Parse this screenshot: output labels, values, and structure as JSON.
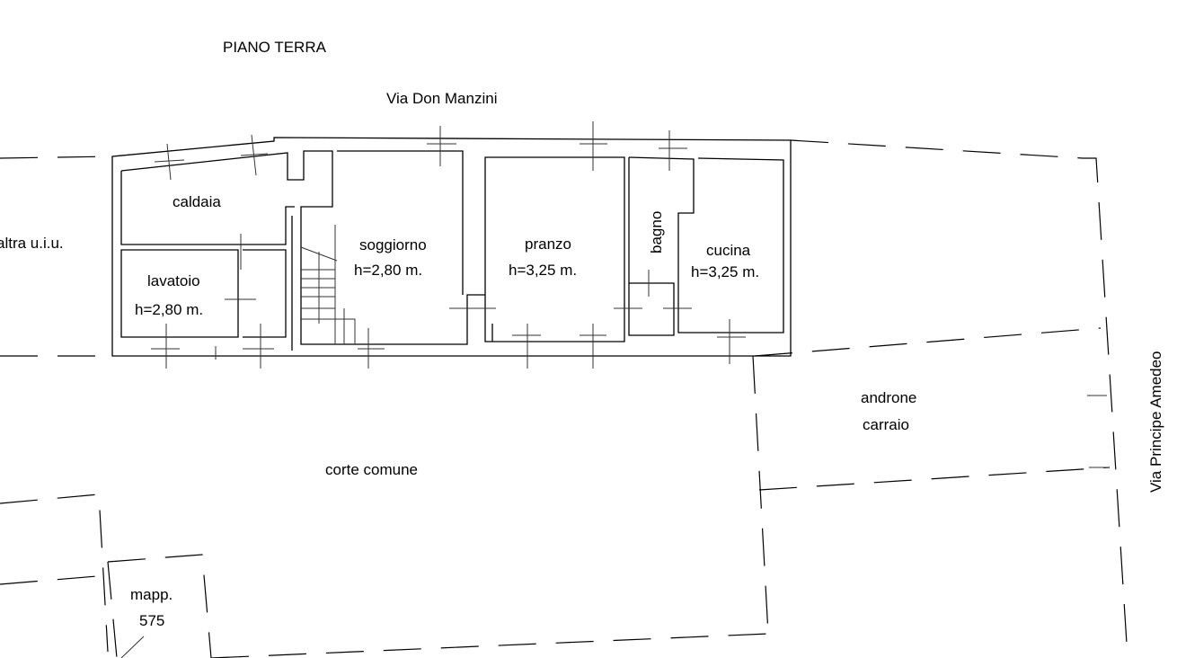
{
  "title": "PIANO TERRA",
  "streets": {
    "north": "Via Don Manzini",
    "east": "Via Principe Amedeo"
  },
  "rooms": {
    "caldaia": {
      "name": "caldaia"
    },
    "lavatoio": {
      "name": "lavatoio",
      "height": "h=2,80 m."
    },
    "soggiorno": {
      "name": "soggiorno",
      "height": "h=2,80 m."
    },
    "pranzo": {
      "name": "pranzo",
      "height": "h=3,25 m."
    },
    "bagno": {
      "name": "bagno"
    },
    "cucina": {
      "name": "cucina",
      "height": "h=3,25 m."
    }
  },
  "areas": {
    "altra": "altra u.i.u.",
    "androne_1": "androne",
    "androne_2": "carraio",
    "corte": "corte comune",
    "mapp_1": "mapp.",
    "mapp_2": "575"
  }
}
